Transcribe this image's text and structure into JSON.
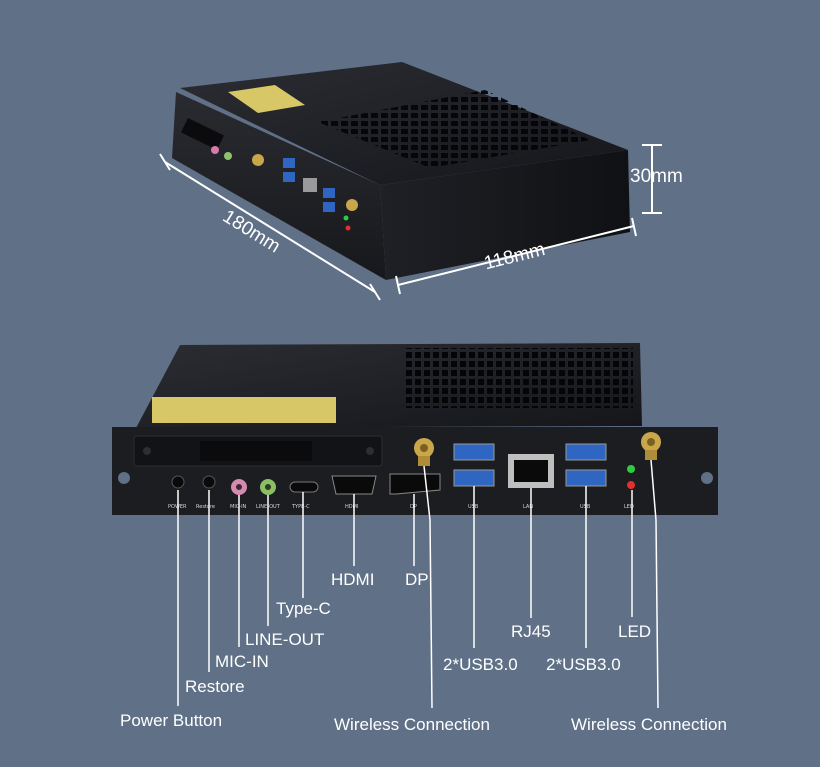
{
  "dimensions": {
    "length": "180mm",
    "width": "118mm",
    "height": "30mm"
  },
  "port_labels": {
    "power_button": "Power Button",
    "restore": "Restore",
    "mic_in": "MIC-IN",
    "line_out": "LINE-OUT",
    "type_c": "Type-C",
    "hdmi": "HDMI",
    "dp": "DP",
    "rj45": "RJ45",
    "usb_left": "2*USB3.0",
    "usb_right": "2*USB3.0",
    "led": "LED",
    "wireless_left": "Wireless Connection",
    "wireless_right": "Wireless Connection"
  },
  "panel_print": {
    "power": "POWER",
    "restore": "Restore",
    "mic": "MIC-IN",
    "line": "LINE-OUT",
    "typec": "TYPE-C",
    "hdmi": "HDMI",
    "dp": "DP",
    "usb1": "USB",
    "lan": "LAN",
    "usb2": "USB",
    "led": "LED"
  }
}
